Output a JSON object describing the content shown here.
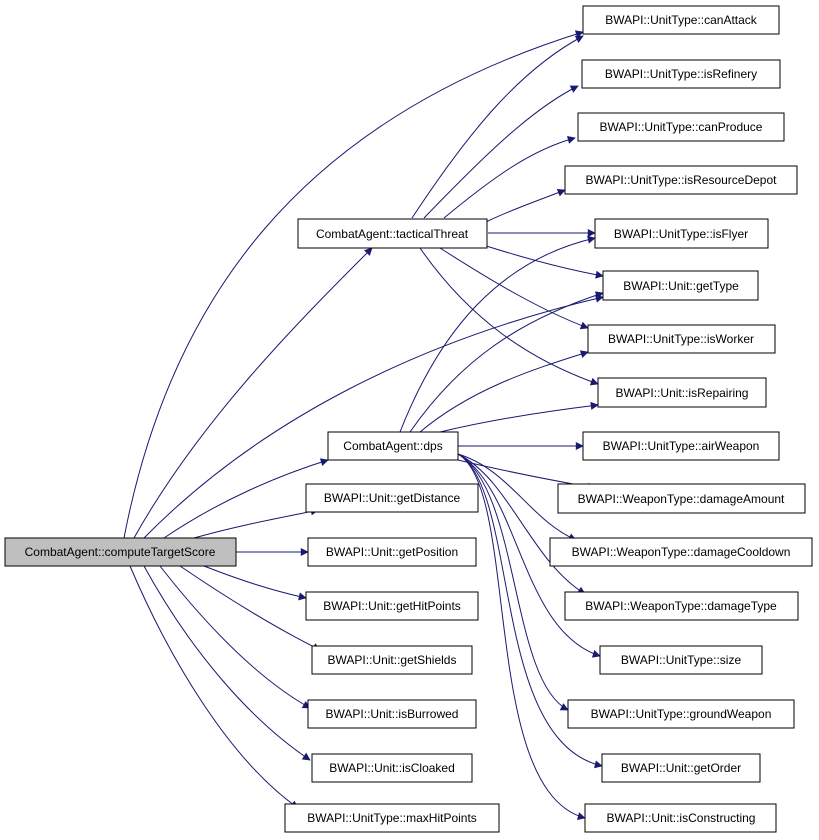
{
  "colors": {
    "edge": "#191970",
    "root_fill": "#bfbfbf",
    "node_fill": "#ffffff",
    "border": "#000000"
  },
  "nodes": {
    "root": "CombatAgent::computeTargetScore",
    "tacticalThreat": "CombatAgent::tacticalThreat",
    "dps": "CombatAgent::dps",
    "getDistance": "BWAPI::Unit::getDistance",
    "getPosition": "BWAPI::Unit::getPosition",
    "getHitPoints": "BWAPI::Unit::getHitPoints",
    "getShields": "BWAPI::Unit::getShields",
    "isBurrowed": "BWAPI::Unit::isBurrowed",
    "isCloaked": "BWAPI::Unit::isCloaked",
    "maxHitPoints": "BWAPI::UnitType::maxHitPoints",
    "canAttack": "BWAPI::UnitType::canAttack",
    "isRefinery": "BWAPI::UnitType::isRefinery",
    "canProduce": "BWAPI::UnitType::canProduce",
    "isResourceDepot": "BWAPI::UnitType::isResourceDepot",
    "isFlyer": "BWAPI::UnitType::isFlyer",
    "getType": "BWAPI::Unit::getType",
    "isWorker": "BWAPI::UnitType::isWorker",
    "isRepairing": "BWAPI::Unit::isRepairing",
    "airWeapon": "BWAPI::UnitType::airWeapon",
    "damageAmount": "BWAPI::WeaponType::damageAmount",
    "damageCooldown": "BWAPI::WeaponType::damageCooldown",
    "damageType": "BWAPI::WeaponType::damageType",
    "size": "BWAPI::UnitType::size",
    "groundWeapon": "BWAPI::UnitType::groundWeapon",
    "getOrder": "BWAPI::Unit::getOrder",
    "isConstructing": "BWAPI::Unit::isConstructing"
  }
}
